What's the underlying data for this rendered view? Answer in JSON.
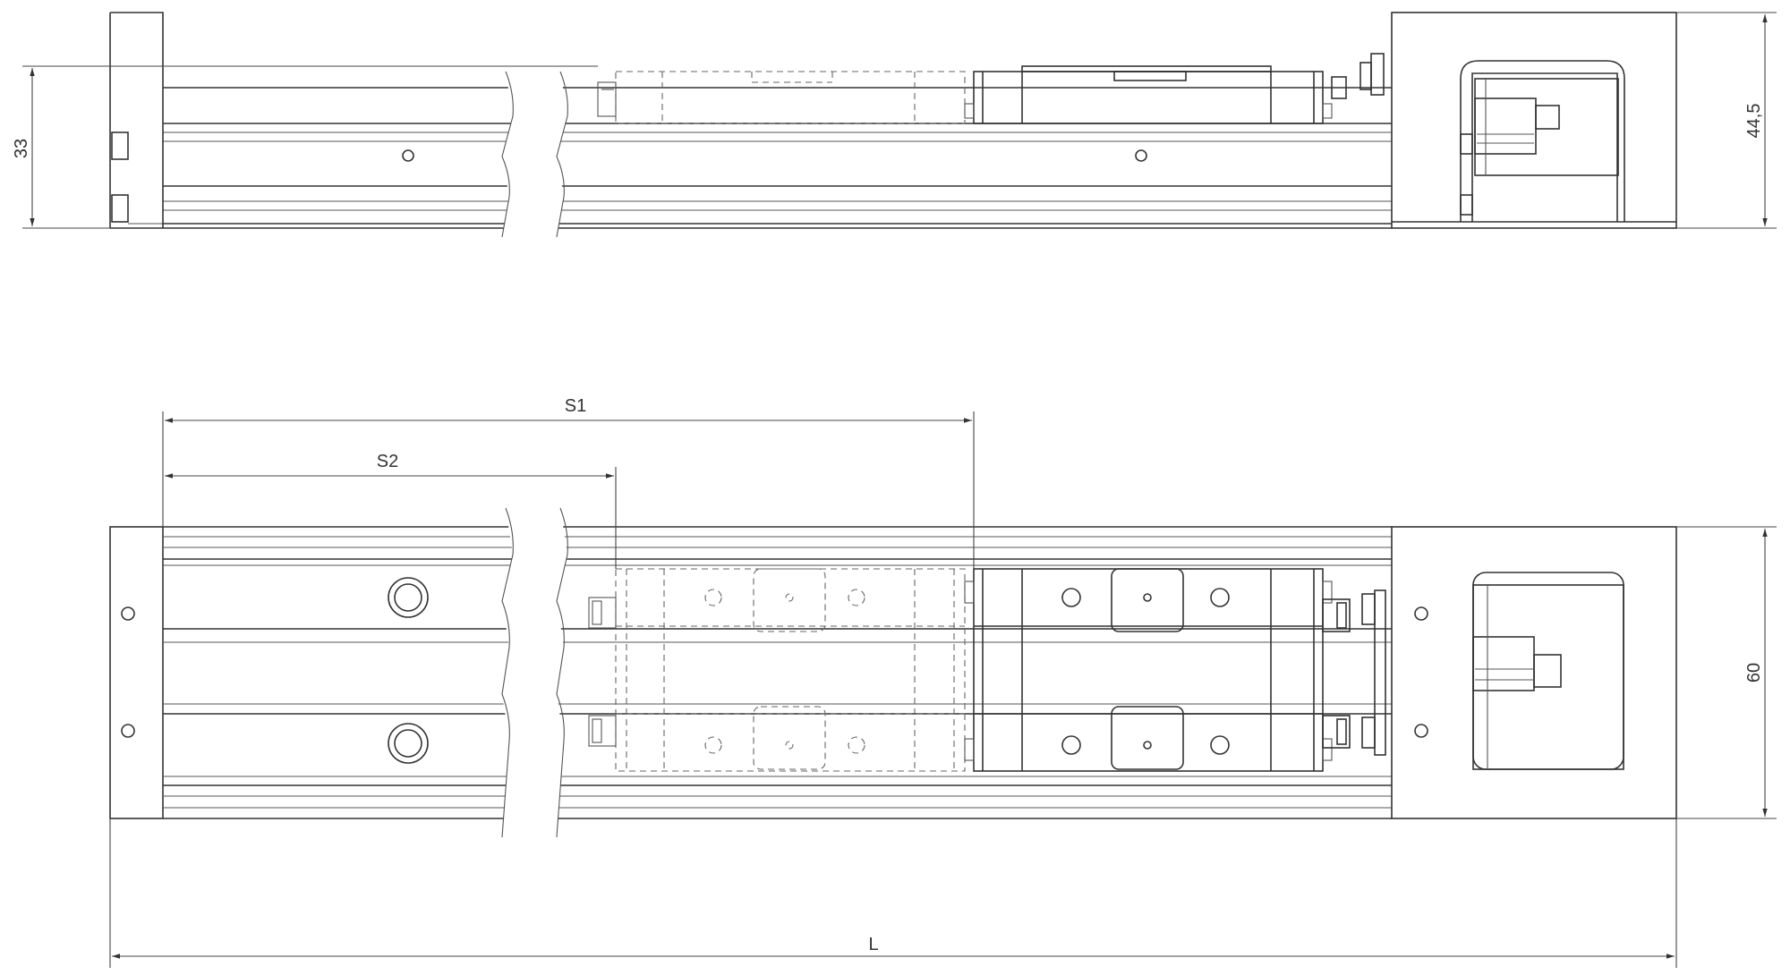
{
  "drawing": {
    "views": [
      "side-view",
      "top-view"
    ],
    "dimensions": {
      "side_height": "33",
      "end_block_height": "44,5",
      "stroke_s1": "S1",
      "stroke_s2": "S2",
      "width": "60",
      "length": "L"
    }
  },
  "colors": {
    "line": "#333333",
    "hidden_line": "#666666",
    "background": "#ffffff"
  }
}
